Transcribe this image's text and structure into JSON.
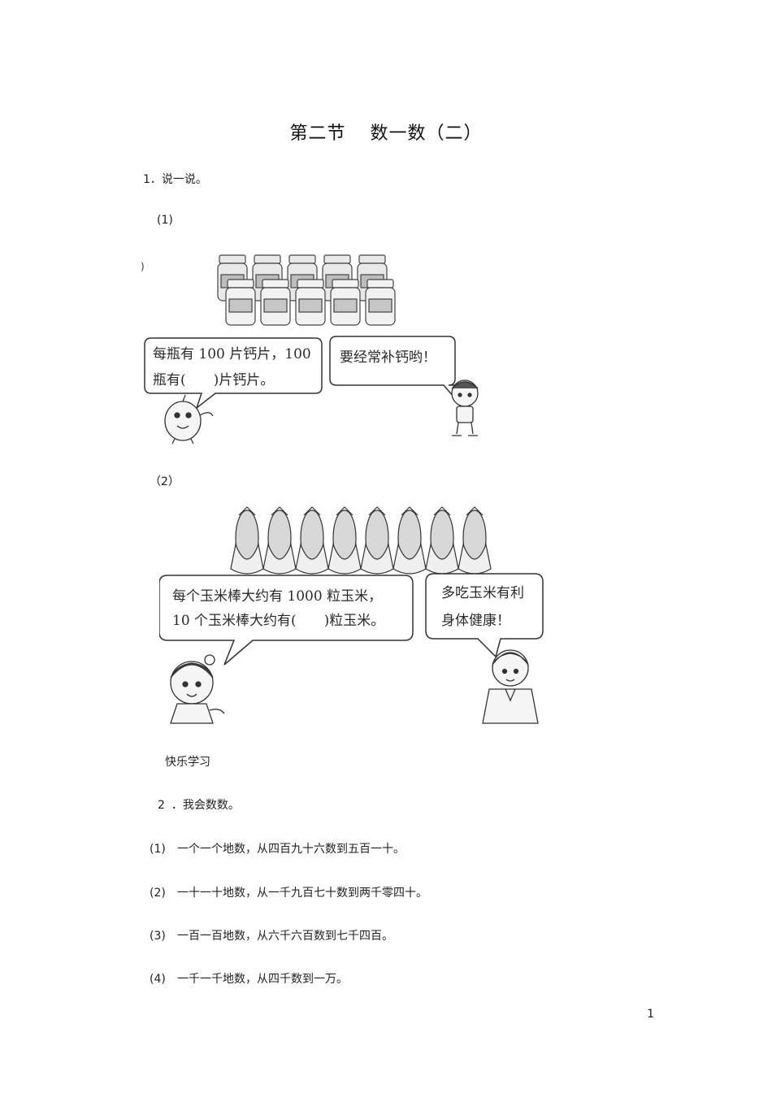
{
  "title": {
    "part1": "第二节",
    "part2": "数一数（二）"
  },
  "q1": {
    "heading": "1．说一说。",
    "sub1": {
      "label": "(1)",
      "bubble_left": [
        "每瓶有 100 片钙片，100",
        "瓶有(　　)片钙片。"
      ],
      "bubble_right": "要经常补钙哟！"
    },
    "sub2": {
      "label": "（2）",
      "bubble_left": [
        "每个玉米棒大约有 1000 粒玉米，",
        "10 个玉米棒大约有(　　)粒玉米。"
      ],
      "bubble_right": [
        "多吃玉米有利",
        "身体健康！"
      ]
    }
  },
  "section_label": "快乐学习",
  "q2": {
    "heading_num": "2",
    "heading_text": "．我会数数。",
    "items": [
      {
        "num": "(1)",
        "text": "一个一个地数，从四百九十六数到五百一十。"
      },
      {
        "num": "(2)",
        "text": "一十一十地数，从一千九百七十数到两千零四十。"
      },
      {
        "num": "(3)",
        "text": "一百一百地数，从六千六百数到七千四百。"
      },
      {
        "num": "(4)",
        "text": "一千一千地数，从四千数到一万。"
      }
    ]
  },
  "page_number": "1"
}
